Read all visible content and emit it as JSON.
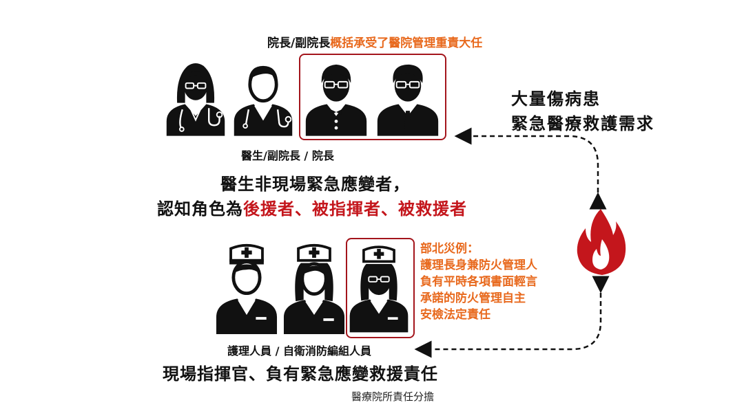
{
  "top_caption": {
    "role": "院長/副院長",
    "statement": "概括承受了醫院管理重責大任"
  },
  "physician_group": {
    "label": "醫生/副院長 / 院長",
    "statement_line1": "醫生非現場緊急應變者，",
    "statement_line2_prefix": "認知角色為",
    "statement_line2_roles": "後援者、被指揮者、被救援者"
  },
  "demand": {
    "line1": "大量傷病患",
    "line2": "緊急醫療救護需求"
  },
  "nurse_group": {
    "label": "護理人員 / 自衛消防編組人員",
    "statement": "現場指揮官、負有緊急應變救援責任"
  },
  "case_note": {
    "title": "部北災例：",
    "lines": [
      "護理長身兼防火管理人",
      "負有平時各項書面輕言",
      "承諾的防火管理自主",
      "安檢法定責任"
    ]
  },
  "source": "醫療院所責任分擔",
  "colors": {
    "accent_orange": "#e8691d",
    "accent_red": "#c4161c",
    "box_border": "#a3141b",
    "fire": "#c4161c"
  },
  "icons": [
    "female-doctor-icon",
    "male-doctor-icon",
    "director-bowtie-icon",
    "director-tie-icon",
    "nurse-icon",
    "fire-icon"
  ]
}
